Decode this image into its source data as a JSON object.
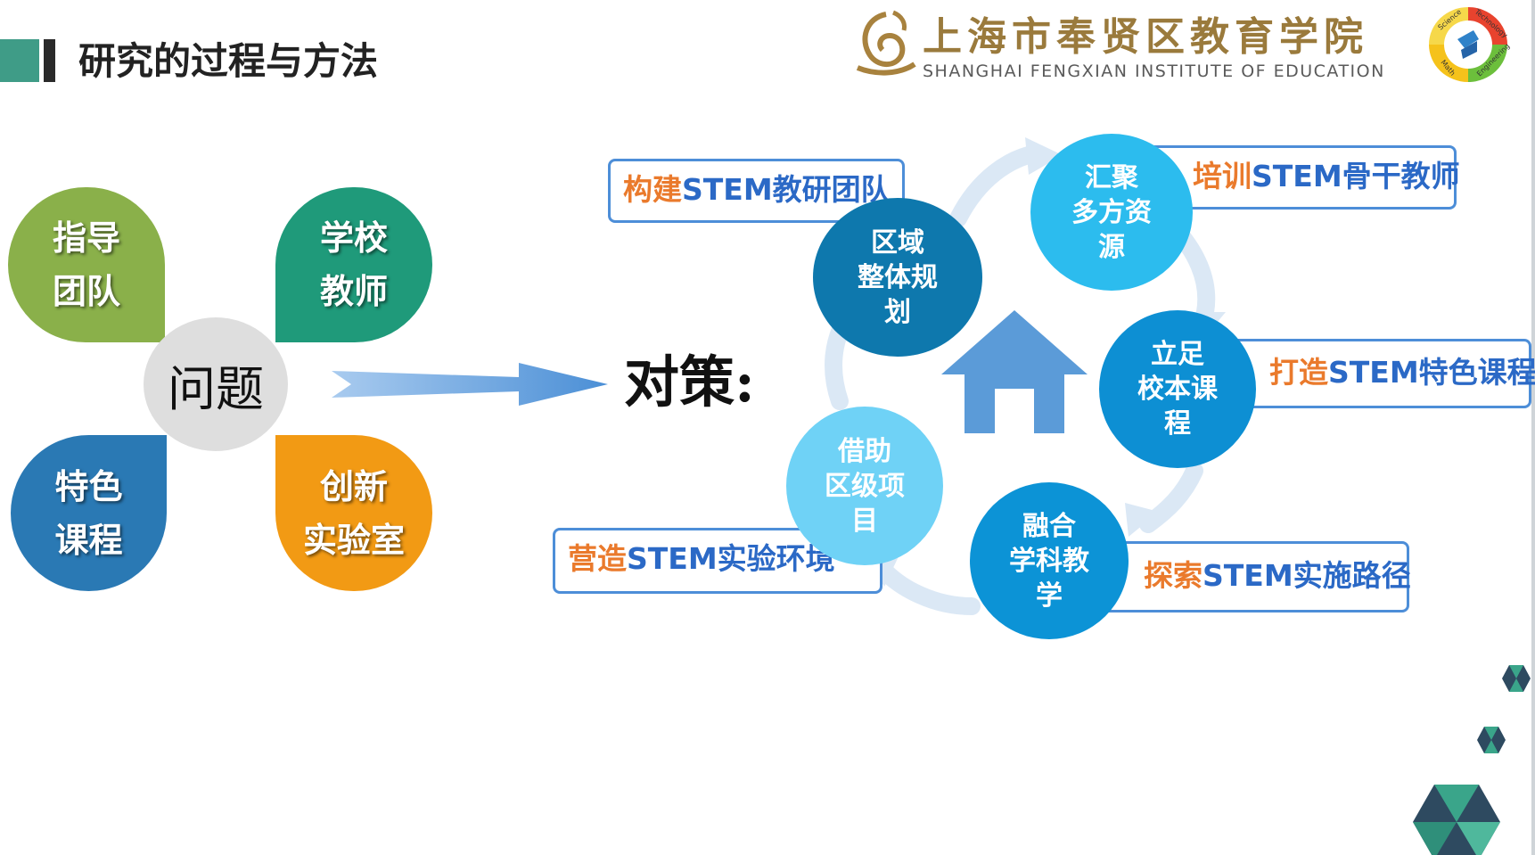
{
  "header": {
    "title": "研究的过程与方法"
  },
  "logo": {
    "cn": "上海市奉贤区教育学院",
    "en": "SHANGHAI FENGXIAN INSTITUTE OF EDUCATION",
    "stem_words": [
      "Science",
      "Technology",
      "Math",
      "Engineering"
    ]
  },
  "problem": {
    "center": "问题",
    "petals": [
      "指导\n团队",
      "学校\n教师",
      "特色\n课程",
      "创新\n实验室"
    ]
  },
  "strategy_label": "对策:",
  "cycle": [
    "区域\n整体规\n划",
    "汇聚\n多方资\n源",
    "立足\n校本课\n程",
    "融合\n学科教\n学",
    "借助\n区级项\n目"
  ],
  "actions": [
    {
      "verb": "构建",
      "rest": "STEM教研团队"
    },
    {
      "verb": "培训",
      "rest": "STEM骨干教师"
    },
    {
      "verb": "打造",
      "rest": "STEM特色课程"
    },
    {
      "verb": "营造",
      "rest": "STEM实验环境"
    },
    {
      "verb": "探索",
      "rest": "STEM实施路径"
    }
  ],
  "colors": {
    "accent_green": "#3f9c87",
    "label_blue": "#2b69c6",
    "label_orange": "#ea7a2c",
    "arrow_blue": "#5b9bd8"
  }
}
